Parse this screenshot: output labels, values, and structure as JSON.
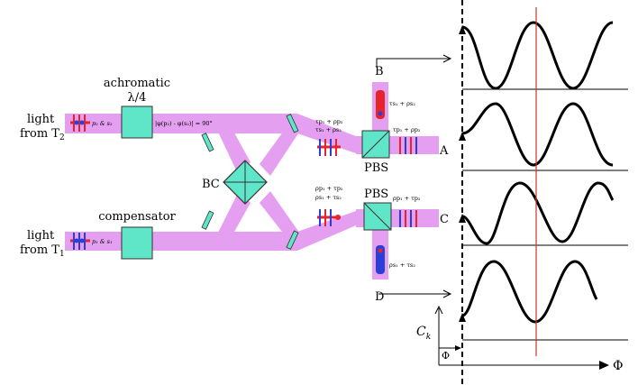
{
  "labels": {
    "light_t2_line1": "light",
    "light_t2_line2": "from T",
    "light_t2_sub": "2",
    "light_t1_line1": "light",
    "light_t1_line2": "from T",
    "light_t1_sub": "1",
    "achromatic_line1": "achromatic",
    "achromatic_line2": "λ/4",
    "compensator": "compensator",
    "bc": "BC",
    "pbs_top": "PBS",
    "pbs_bottom": "PBS",
    "port_a": "A",
    "port_b": "B",
    "port_c": "C",
    "port_d": "D",
    "ck": "C",
    "ck_sub": "k",
    "phi_axis": "Φ",
    "phi_small": "Φ"
  },
  "small_text": {
    "t2_pol": "p₂ & s₂",
    "t1_pol": "p₁ & s₁",
    "phase": "|φ(p₂) - φ(s₂)| = 90°",
    "b_pol": "τs₁ + ρs₂",
    "upper_mix_1": "τp₁ + ρp₂",
    "upper_mix_2": "τs₁ + ρs₂",
    "a_pol": "τp₁ + ρp₂",
    "lower_mix_1": "ρp₁ + τp₂",
    "lower_mix_2": "ρs₁ + τs₂",
    "c_pol": "ρp₁ + τp₂",
    "d_pol": "ρs₁ + τs₂"
  },
  "colors": {
    "beam": "#e59ff0",
    "optic": "#5fe6c8",
    "red": "#e8232a",
    "blue": "#2b3fd8",
    "cursor": "#c0392b"
  }
}
